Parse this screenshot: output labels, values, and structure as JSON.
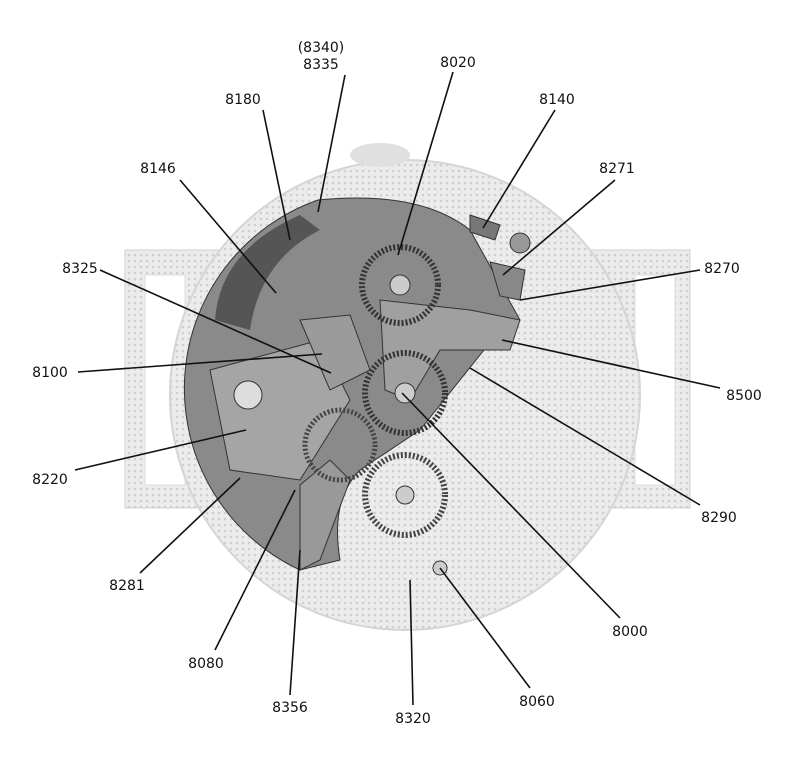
{
  "diagram": {
    "colors": {
      "ink": "#111111",
      "case": "#e4e4e4",
      "movement": "#9a9a9a",
      "plate": "#7d7d7d"
    },
    "labels": [
      {
        "id": "l8340",
        "text": "(8340)"
      },
      {
        "id": "l8335",
        "text": "8335"
      },
      {
        "id": "l8020",
        "text": "8020"
      },
      {
        "id": "l8180",
        "text": "8180"
      },
      {
        "id": "l8140",
        "text": "8140"
      },
      {
        "id": "l8146",
        "text": "8146"
      },
      {
        "id": "l8271",
        "text": "8271"
      },
      {
        "id": "l8325",
        "text": "8325"
      },
      {
        "id": "l8270",
        "text": "8270"
      },
      {
        "id": "l8100",
        "text": "8100"
      },
      {
        "id": "l8500",
        "text": "8500"
      },
      {
        "id": "l8220",
        "text": "8220"
      },
      {
        "id": "l8290",
        "text": "8290"
      },
      {
        "id": "l8281",
        "text": "8281"
      },
      {
        "id": "l8000",
        "text": "8000"
      },
      {
        "id": "l8080",
        "text": "8080"
      },
      {
        "id": "l8060",
        "text": "8060"
      },
      {
        "id": "l8356",
        "text": "8356"
      },
      {
        "id": "l8320",
        "text": "8320"
      }
    ]
  }
}
